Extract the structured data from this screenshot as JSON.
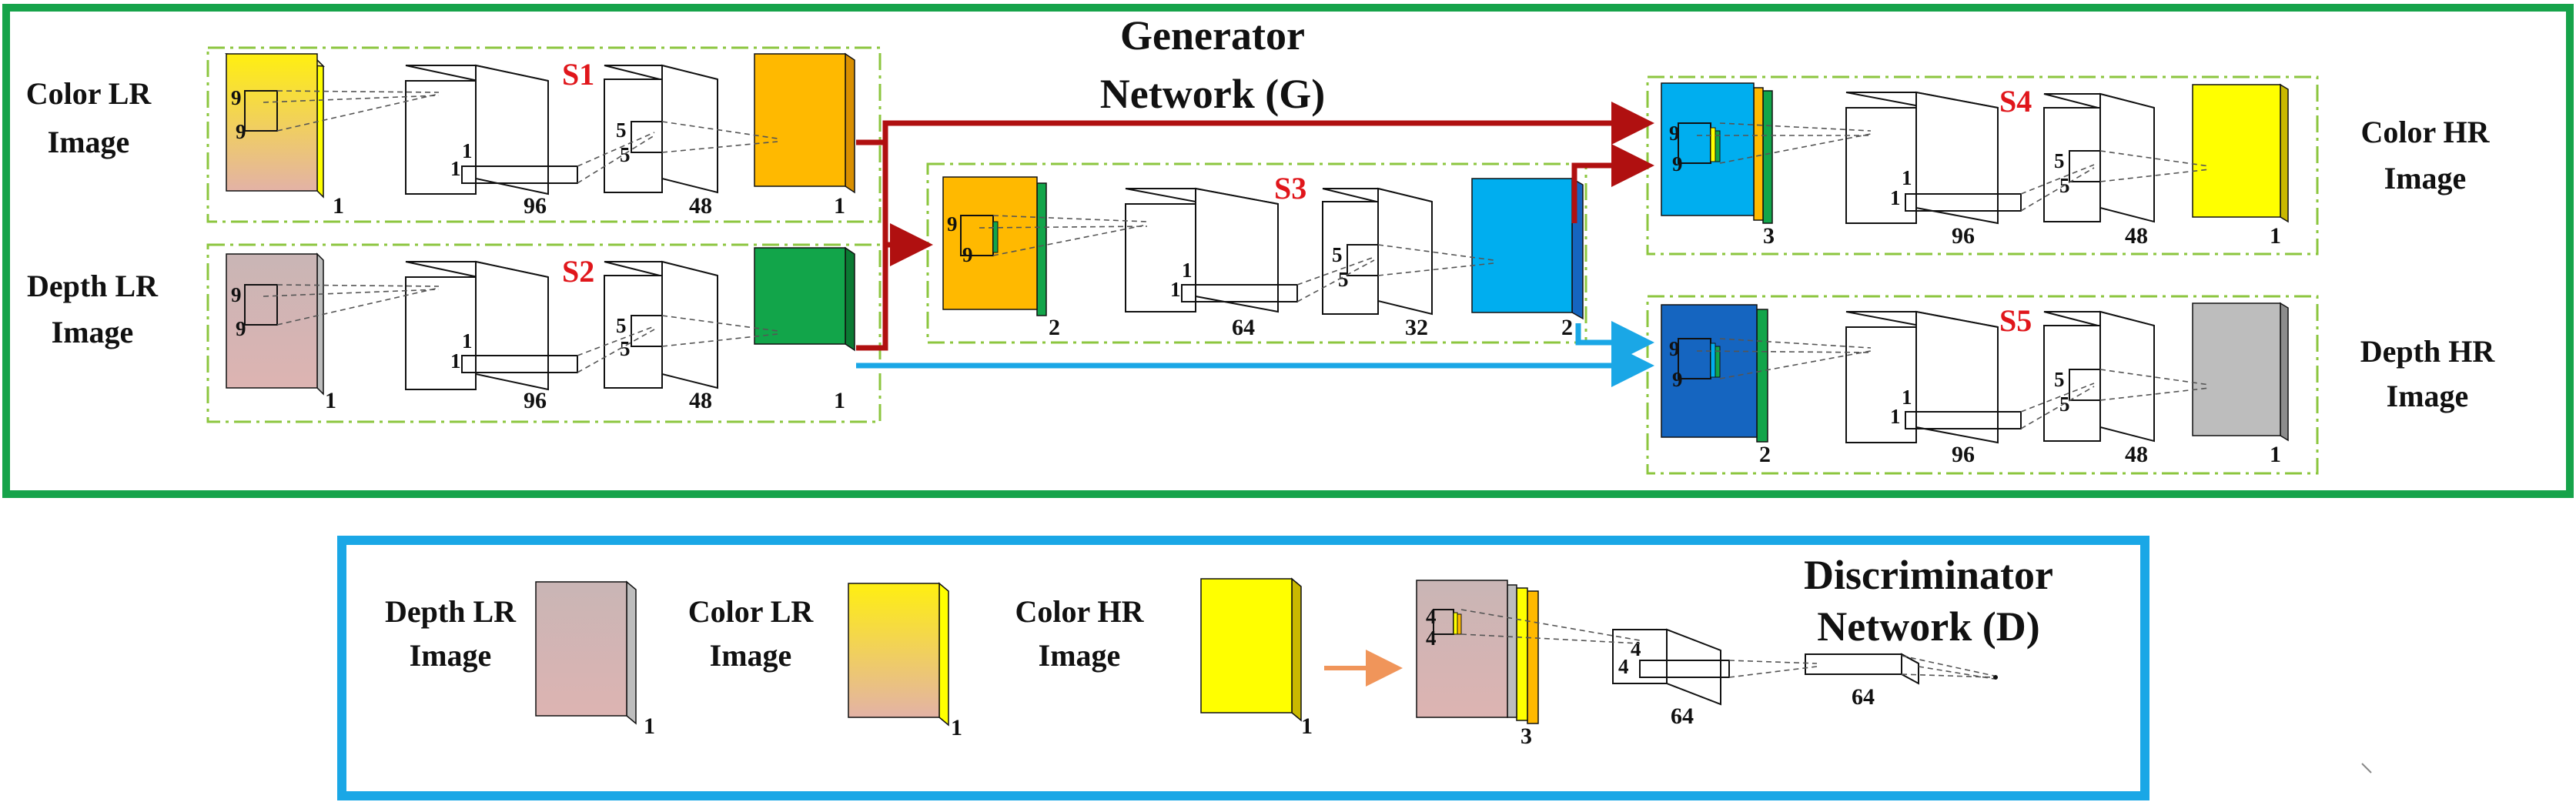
{
  "colors": {
    "generator_frame": "#16a34a",
    "discriminator_frame": "#1aa7e6",
    "stage_frame": "#8cc63f",
    "stage_label": "#e0161b",
    "arrow_color_path": "#b01010",
    "arrow_depth_path": "#1aa7e6",
    "arrow_discriminator": "#f0955a",
    "color_map": "#ffff00",
    "orange_map": "#ffb900",
    "green_map": "#12a54a",
    "blue_map": "#00aeef",
    "dark_blue_map": "#1565c0",
    "gray_map": "#bdbdbd",
    "depth_map": "#d7b6b5"
  },
  "generator": {
    "title_line1": "Generator",
    "title_line2": "Network (G)",
    "inputs": {
      "color_lr_line1": "Color LR",
      "color_lr_line2": "Image",
      "depth_lr_line1": "Depth LR",
      "depth_lr_line2": "Image"
    },
    "outputs": {
      "color_hr_line1": "Color HR",
      "color_hr_line2": "Image",
      "depth_hr_line1": "Depth HR",
      "depth_hr_line2": "Image"
    },
    "s1": {
      "label": "S1",
      "input_channels": "1",
      "kernel_a": "9",
      "kernel_b": "9",
      "conv1_filters": "96",
      "conv1_k_a": "1",
      "conv1_k_b": "1",
      "conv2_filters": "48",
      "conv2_k_a": "5",
      "conv2_k_b": "5",
      "output_channels": "1"
    },
    "s2": {
      "label": "S2",
      "input_channels": "1",
      "kernel_a": "9",
      "kernel_b": "9",
      "conv1_filters": "96",
      "conv1_k_a": "1",
      "conv1_k_b": "1",
      "conv2_filters": "48",
      "conv2_k_a": "5",
      "conv2_k_b": "5",
      "output_channels": "1"
    },
    "s3": {
      "label": "S3",
      "input_channels": "2",
      "kernel_a": "9",
      "kernel_b": "9",
      "conv1_filters": "64",
      "conv1_k_a": "1",
      "conv1_k_b": "1",
      "conv2_filters": "32",
      "conv2_k_a": "5",
      "conv2_k_b": "5",
      "output_channels": "2"
    },
    "s4": {
      "label": "S4",
      "input_channels": "3",
      "kernel_a": "9",
      "kernel_b": "9",
      "conv1_filters": "96",
      "conv1_k_a": "1",
      "conv1_k_b": "1",
      "conv2_filters": "48",
      "conv2_k_a": "5",
      "conv2_k_b": "5",
      "output_channels": "1"
    },
    "s5": {
      "label": "S5",
      "input_channels": "2",
      "kernel_a": "9",
      "kernel_b": "9",
      "conv1_filters": "96",
      "conv1_k_a": "1",
      "conv1_k_b": "1",
      "conv2_filters": "48",
      "conv2_k_a": "5",
      "conv2_k_b": "5",
      "output_channels": "1"
    }
  },
  "discriminator": {
    "title_line1": "Discriminator",
    "title_line2": "Network (D)",
    "depth_lr_line1": "Depth LR",
    "depth_lr_line2": "Image",
    "depth_lr_channels": "1",
    "color_lr_line1": "Color LR",
    "color_lr_line2": "Image",
    "color_lr_channels": "1",
    "color_hr_line1": "Color HR",
    "color_hr_line2": "Image",
    "color_hr_channels": "1",
    "stack_channels": "3",
    "kernel_a": "4",
    "kernel_b": "4",
    "conv1_k_a": "4",
    "conv1_k_b": "4",
    "conv1_filters": "64",
    "conv2_filters": "64"
  }
}
